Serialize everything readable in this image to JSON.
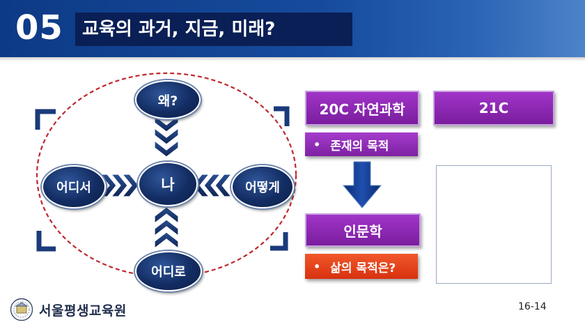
{
  "header": {
    "slide_number": "05",
    "title": "교육의 과거, 지금, 미래?"
  },
  "diagram": {
    "center": "나",
    "top": "왜?",
    "left": "어디서",
    "right": "어떻게",
    "bottom": "어디로"
  },
  "right_panel": {
    "box_20c": "20C 자연과학",
    "box_21c": "21C",
    "bullet_1": "존재의 목적",
    "box_humanities": "인문학",
    "bullet_2": "삶의 목적은?",
    "bullet_symbol": "•"
  },
  "footer": {
    "org_name": "서울평생교육원",
    "page": "16-14"
  },
  "colors": {
    "header_blue": "#164b9c",
    "title_box": "#0a1f55",
    "node_navy": "#132d63",
    "purple": "#8a27b0",
    "red_orange": "#e8431b",
    "dashed_red": "#c0272d"
  }
}
